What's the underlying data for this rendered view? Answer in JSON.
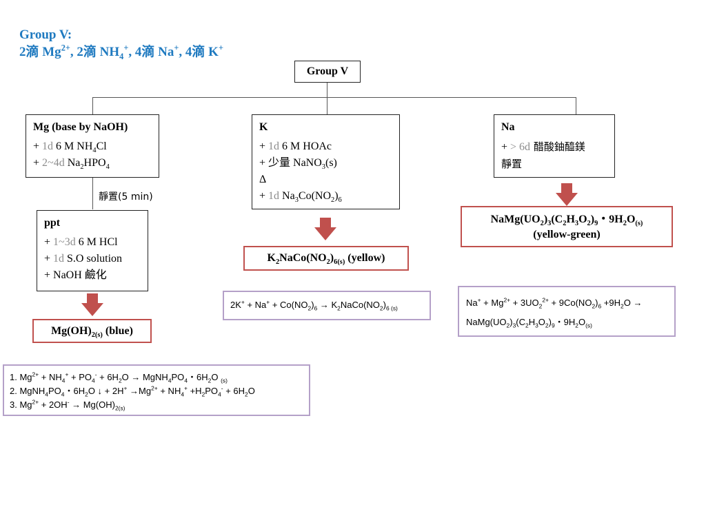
{
  "title": {
    "line1": "Group V:",
    "line2": {
      "a": "2滴 Mg",
      "a_sup": "2+",
      "b": ", 2滴 NH",
      "b_sub": "4",
      "b_sup": "+",
      "c": ", 4滴 Na",
      "c_sup": "+",
      "d": ", 4滴 K",
      "d_sup": "+"
    }
  },
  "root": {
    "label": "Group V"
  },
  "mg": {
    "header": "Mg (base by NaOH)",
    "step1": {
      "prefix": "+ ",
      "drops": "1d",
      "text": " 6 M NH",
      "sub": "4",
      "tail": "Cl"
    },
    "step2": {
      "prefix": "+ ",
      "drops": "2~4d",
      "text": " Na",
      "sub": "2",
      "tail": "HPO",
      "sub2": "4"
    },
    "rest_label": "靜置(5 min)"
  },
  "ppt": {
    "header": "ppt",
    "step1": {
      "prefix": "+ ",
      "drops": "1~3d",
      "text": " 6 M HCl"
    },
    "step2": {
      "prefix": "+ ",
      "drops": "1d",
      "text": " S.O solution"
    },
    "step3": {
      "text": "+ NaOH 鹼化"
    }
  },
  "mg_result": {
    "a": "Mg(OH)",
    "sub": "2(s)",
    "b": " (blue)"
  },
  "k": {
    "header": "K",
    "step1": {
      "prefix": "+ ",
      "drops": "1d",
      "text": " 6 M HOAc"
    },
    "step2": {
      "a": "+ 少量 NaNO",
      "sub": "3",
      "b": "(s)"
    },
    "step3": "Δ",
    "step4": {
      "prefix": "+ ",
      "drops": "1d",
      "a": " Na",
      "sub": "3",
      "b": "Co(NO",
      "sub2": "2",
      "c": ")",
      "sub3": "6"
    }
  },
  "k_result": {
    "a": "K",
    "s1": "2",
    "b": "NaCo(NO",
    "s2": "2",
    "c": ")",
    "s3": "6(s)",
    "d": " (yellow)"
  },
  "k_eq": {
    "a": "2K",
    "s1": "+",
    "b": " + Na",
    "s2": "+",
    "c": " + Co(NO",
    "s3": "2",
    "d": ")",
    "s4": "6",
    "e": " → K",
    "s5": "2",
    "f": "NaCo(NO",
    "s6": "2",
    "g": ")",
    "s7": "6 (s)"
  },
  "na": {
    "header": "Na",
    "step1": {
      "prefix": "+ ",
      "drops": "> 6d",
      "text": " 醋酸鈾醯鎂"
    },
    "step2": "靜置"
  },
  "na_result": {
    "line1": {
      "a": "NaMg(UO",
      "s1": "2",
      "b": ")",
      "s2": "3",
      "c": "(C",
      "s3": "2",
      "d": "H",
      "s4": "3",
      "e": "O",
      "s5": "2",
      "f": ")",
      "s6": "9",
      "g": "・9H",
      "s7": "2",
      "h": "O",
      "s8": "(s)"
    },
    "line2": "(yellow-green)"
  },
  "na_eq": {
    "line1": {
      "a": "Na",
      "s1": "+",
      "b": " + Mg",
      "s2": "2+",
      "c": " + 3UO",
      "s3": "2",
      "s3b": "2+",
      "d": " + 9Co(NO",
      "s4": "2",
      "e": ")",
      "s5": "6",
      "f": " +9H",
      "s6": "2",
      "g": "O →"
    },
    "line2": {
      "a": "NaMg(UO",
      "s1": "2",
      "b": ")",
      "s2": "3",
      "c": "(C",
      "s3": "2",
      "d": "H",
      "s4": "3",
      "e": "O",
      "s5": "2",
      "f": ")",
      "s6": "9",
      "g": "・9H",
      "s7": "2",
      "h": "O",
      "s8": "(s)"
    }
  },
  "mg_eqs": {
    "eq1": {
      "a": "1. Mg",
      "s1": "2+",
      "b": " + NH",
      "s2": "4",
      "s2b": "+",
      "c": " + PO",
      "s3": "4",
      "s3b": "-",
      "d": " + 6H",
      "s4": "2",
      "e": "O → MgNH",
      "s5": "4",
      "f": "PO",
      "s6": "4",
      "g": "・6H",
      "s7": "2",
      "h": "O ",
      "s8": "(s)"
    },
    "eq2": {
      "a": "2. MgNH",
      "s1": "4",
      "b": "PO",
      "s2": "4",
      "c": "・6H",
      "s3": "2",
      "d": "O ↓ + 2H",
      "s4": "+",
      "e": " →Mg",
      "s5": "2+",
      "f": " + NH",
      "s6": "4",
      "s6b": "+",
      "g": " +H",
      "s7": "2",
      "h": "PO",
      "s8": "4",
      "s8b": "-",
      "i": " + 6H",
      "s9": "2",
      "j": "O"
    },
    "eq3": {
      "a": "3. Mg",
      "s1": "2+",
      "b": " + 2OH",
      "s2": "-",
      "c": " → Mg(OH)",
      "s3": "2(s)"
    }
  },
  "colors": {
    "title": "#1f7ac0",
    "arrow": "#c0504d",
    "result_border": "#c0504d",
    "eq_border": "#b4a0c8",
    "gray_text": "#8c8c8c"
  }
}
